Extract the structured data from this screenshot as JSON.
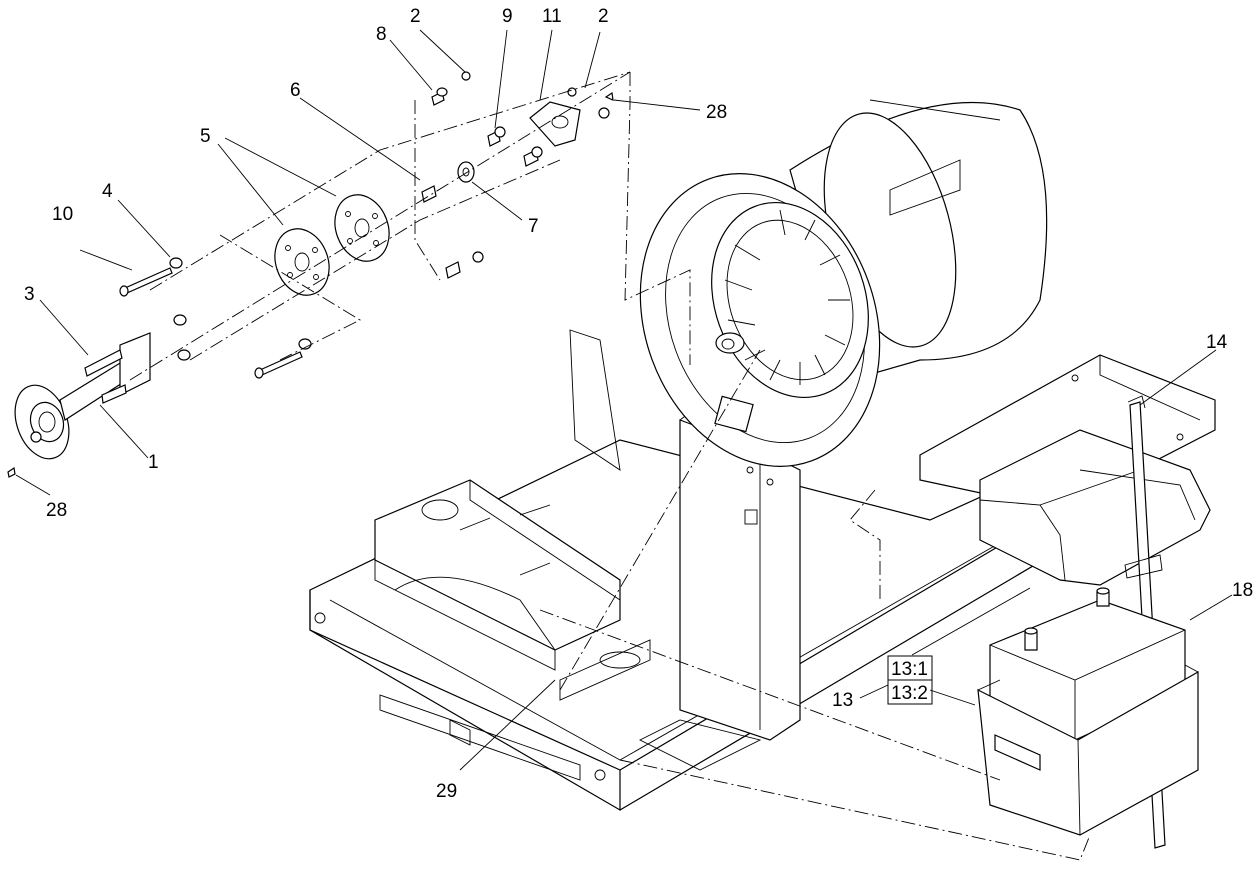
{
  "callouts": {
    "c1": "1",
    "c2a": "2",
    "c2b": "2",
    "c3": "3",
    "c4": "4",
    "c5": "5",
    "c6": "6",
    "c7": "7",
    "c8": "8",
    "c9": "9",
    "c10": "10",
    "c11": "11",
    "c13": "13",
    "c13_1": "13:1",
    "c13_2": "13:2",
    "c14": "14",
    "c18": "18",
    "c28a": "28",
    "c28b": "28",
    "c29": "29"
  }
}
